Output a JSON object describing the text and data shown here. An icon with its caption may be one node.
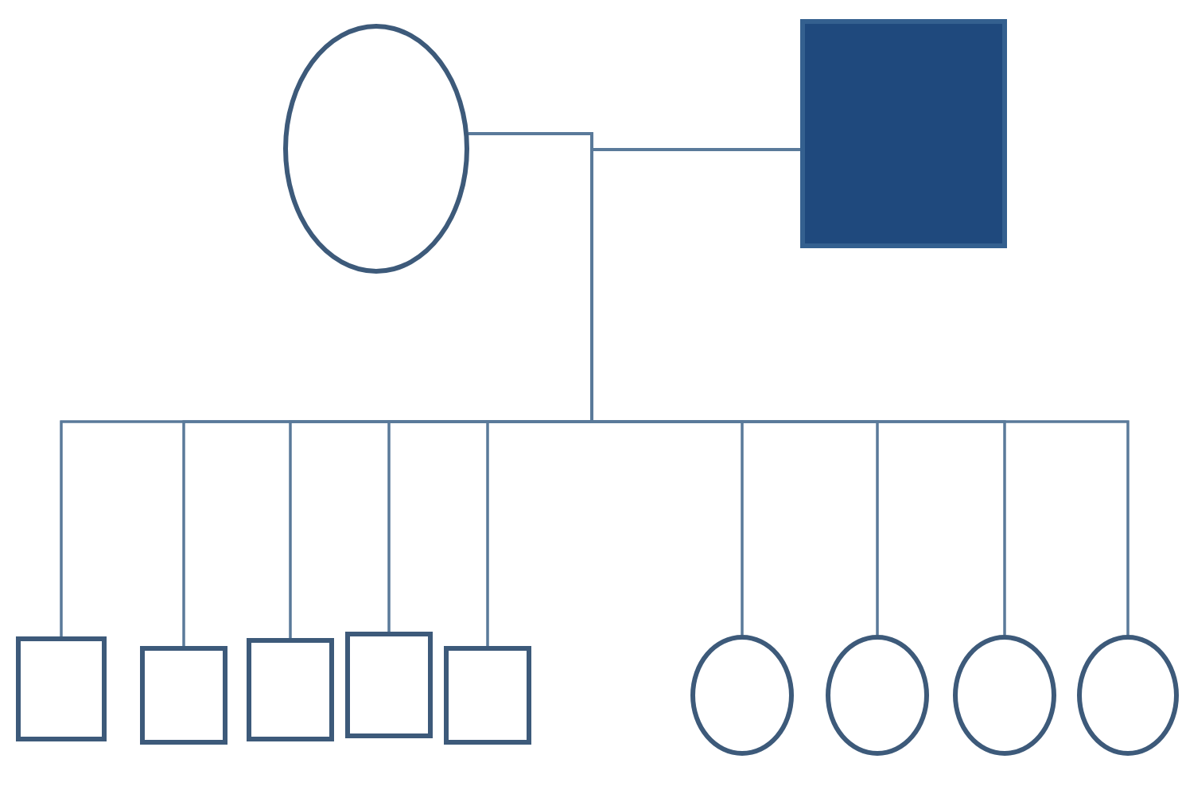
{
  "diagram": {
    "nodes": [
      {
        "text": [],
        "shape": "circle"
      },
      {
        "text": [],
        "shape": "box"
      },
      {
        "text": [],
        "shape": "box"
      },
      {
        "text": [],
        "shape": "box"
      },
      {
        "text": [],
        "shape": "box"
      },
      {
        "text": [],
        "shape": "box"
      },
      {
        "text": [],
        "shape": "box"
      },
      {
        "text": [],
        "shape": "circle"
      },
      {
        "text": [],
        "shape": "circle"
      },
      {
        "text": [],
        "shape": "circle"
      },
      {
        "text": [],
        "shape": "circle"
      }
    ],
    "edges": [
      {
        "from": 0,
        "to": 2,
        "arrow": "none"
      },
      {
        "from": 0,
        "to": 3,
        "arrow": "none"
      },
      {
        "from": 0,
        "to": 4,
        "arrow": "none"
      },
      {
        "from": 0,
        "to": 5,
        "arrow": "none"
      },
      {
        "from": 0,
        "to": 6,
        "arrow": "none"
      },
      {
        "from": 0,
        "to": 7,
        "arrow": "none"
      },
      {
        "from": 0,
        "to": 8,
        "arrow": "none"
      },
      {
        "from": 0,
        "to": 9,
        "arrow": "none"
      },
      {
        "from": 0,
        "to": 10,
        "arrow": "none"
      },
      {
        "from": 1,
        "to": 2,
        "arrow": "none"
      },
      {
        "from": 1,
        "to": 3,
        "arrow": "none"
      },
      {
        "from": 1,
        "to": 4,
        "arrow": "none"
      },
      {
        "from": 1,
        "to": 5,
        "arrow": "none"
      },
      {
        "from": 1,
        "to": 6,
        "arrow": "none"
      },
      {
        "from": 1,
        "to": 7,
        "arrow": "none"
      },
      {
        "from": 1,
        "to": 8,
        "arrow": "none"
      },
      {
        "from": 1,
        "to": 9,
        "arrow": "none"
      },
      {
        "from": 1,
        "to": 10,
        "arrow": "none"
      }
    ]
  }
}
